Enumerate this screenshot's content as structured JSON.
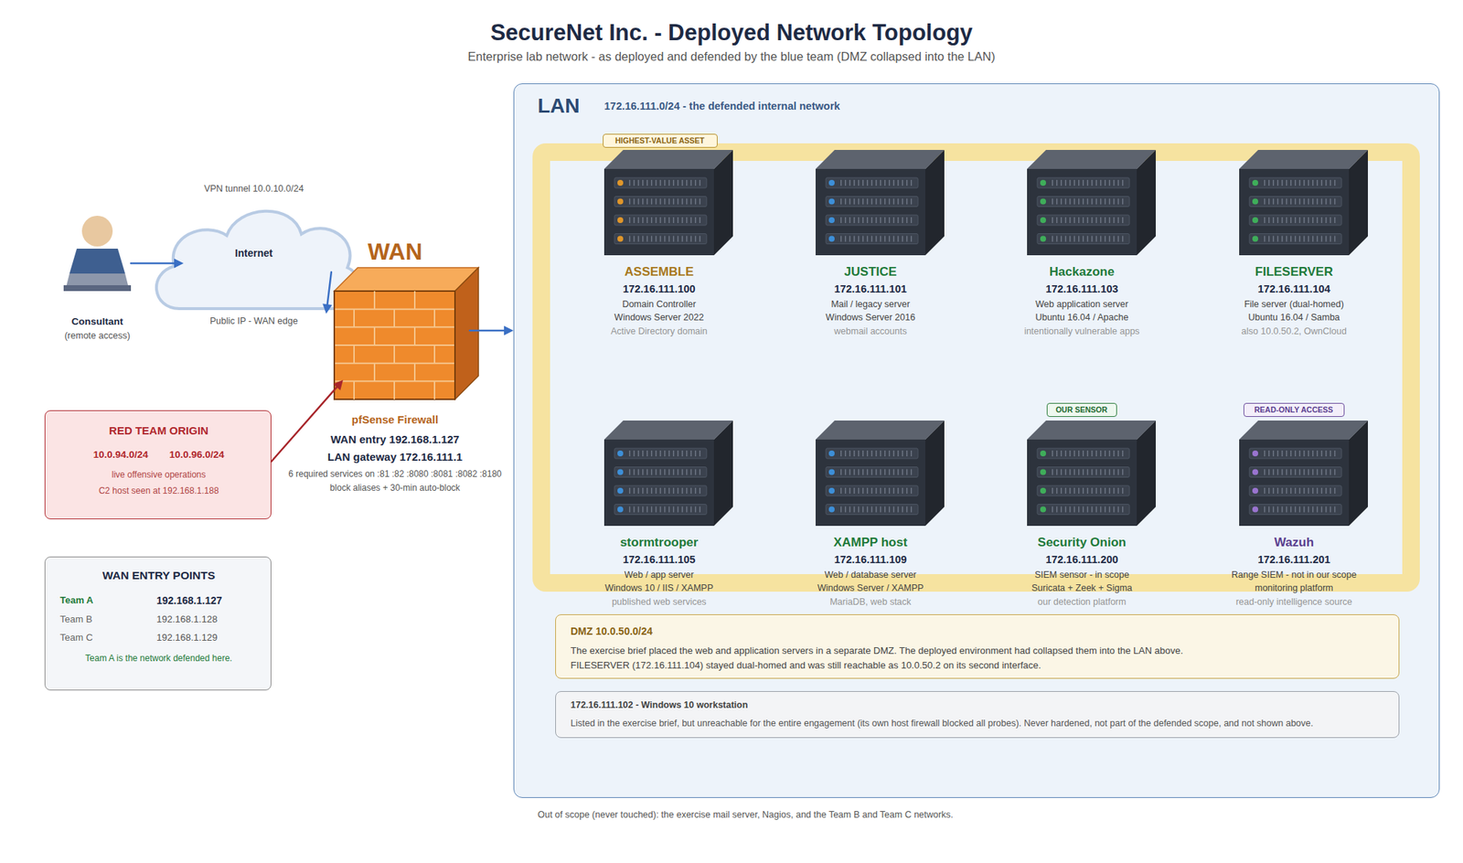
{
  "diagram": {
    "title": "SecureNet Inc. - Deployed Network Topology",
    "nodes": [
      {
        "text": [
          "Consultant",
          "(remote access)"
        ]
      },
      {
        "text": [
          "Internet"
        ]
      },
      {
        "text": [
          "pfSense Firewall",
          "WAN entry 192.168.1.127",
          "LAN gateway 172.16.111.1",
          "6 required services on :81 :82 :8080 :8081 :8082 :8180",
          "block aliases + 30-min auto-block"
        ]
      },
      {
        "text": [
          "RED TEAM ORIGIN",
          "10.0.94.0/24",
          "10.0.96.0/24",
          "live offensive operations",
          "C2 host seen at 192.168.1.188"
        ]
      },
      {
        "text": [
          "WAN ENTRY POINTS",
          "Team A",
          "192.168.1.127",
          "Team B",
          "192.168.1.128",
          "Team C",
          "192.168.1.129",
          "Team A is the network defended here."
        ]
      },
      {
        "text": [
          "LAN",
          "172.16.111.0/24 - the defended internal network"
        ]
      },
      {
        "text": [
          "HIGHEST-VALUE ASSET"
        ],
        "in": 5
      },
      {
        "text": [
          "ASSEMBLE",
          "172.16.111.100",
          "Domain Controller",
          "Windows Server 2022",
          "Active Directory domain"
        ],
        "in": 5
      },
      {
        "text": [
          "JUSTICE",
          "172.16.111.101",
          "Mail / legacy server",
          "Windows Server 2016",
          "webmail accounts"
        ],
        "in": 5
      },
      {
        "text": [
          "Hackazone",
          "172.16.111.103",
          "Web application server",
          "Ubuntu 16.04 / Apache",
          "intentionally vulnerable apps"
        ],
        "in": 5
      },
      {
        "text": [
          "FILESERVER",
          "172.16.111.104",
          "File server (dual-homed)",
          "Ubuntu 16.04 / Samba",
          "also 10.0.50.2, OwnCloud"
        ],
        "in": 5
      },
      {
        "text": [
          "OUR SENSOR"
        ],
        "in": 5
      },
      {
        "text": [
          "READ-ONLY ACCESS"
        ],
        "in": 5
      },
      {
        "text": [
          "stormtrooper",
          "172.16.111.105",
          "Web / app server",
          "Windows 10 / IIS / XAMPP",
          "published web services"
        ],
        "in": 5
      },
      {
        "text": [
          "XAMPP host",
          "172.16.111.109",
          "Web / database server",
          "Windows Server / XAMPP",
          "MariaDB, web stack"
        ],
        "in": 5
      },
      {
        "text": [
          "Security Onion",
          "172.16.111.200",
          "SIEM sensor - in scope",
          "Suricata + Zeek + Sigma",
          "our detection platform"
        ],
        "in": 5
      },
      {
        "text": [
          "Wazuh",
          "172.16.111.201",
          "Range SIEM - not in our scope",
          "monitoring platform",
          "read-only intelligence source"
        ],
        "in": 5
      },
      {
        "text": [
          "DMZ 10.0.50.0/24",
          "The exercise brief placed the web and application servers in a separate DMZ. The deployed environment had collapsed them into the LAN above.",
          "FILESERVER (172.16.111.104) stayed dual-homed and was still reachable as 10.0.50.2 on its second interface."
        ],
        "in": 5
      },
      {
        "text": [
          "172.16.111.102 - Windows 10 workstation",
          "Listed in the exercise brief, but unreachable for the entire engagement (its own host firewall blocked all probes). Never hardened, not part of the defended scope, and not shown above."
        ],
        "in": 5
      }
    ],
    "edges": [
      {
        "from": 0,
        "to": 1,
        "arrow": "to"
      },
      {
        "from": 1,
        "to": 2,
        "arrow": "to"
      },
      {
        "from": 3,
        "to": 2,
        "arrow": "to"
      },
      {
        "from": 2,
        "to": 5,
        "arrow": "to"
      }
    ],
    "labels": [
      "Enterprise lab network - as deployed and defended by the blue team (DMZ collapsed into the LAN)",
      "VPN tunnel 10.0.10.0/24",
      "WAN",
      "Public IP - WAN edge",
      "Out of scope (never touched): the exercise mail server, Nagios, and the Team B and Team C networks."
    ]
  }
}
